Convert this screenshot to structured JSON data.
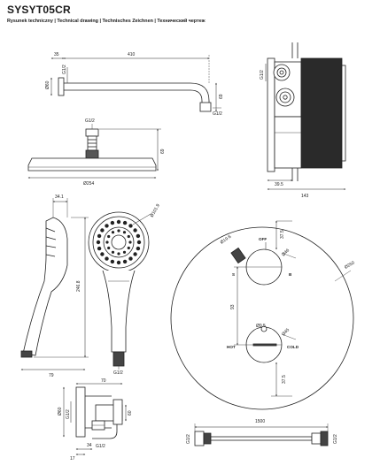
{
  "header": {
    "title": "SYSYT05CR",
    "subtitle": "Rysunek techniczny | Technical drawing | Technisches Zeichnen | Технический чертеж"
  },
  "shower_arm": {
    "d1": "35",
    "d2": "410",
    "d3": "Ø60",
    "d4": "G1/2",
    "d5": "G1/2",
    "d6": "69"
  },
  "overhead_shower": {
    "thread": "G1/2",
    "height": "69",
    "diameter": "Ø254"
  },
  "valve_body": {
    "thread": "G1/2",
    "d_depth": "39.5",
    "d_width": "143"
  },
  "hand_shower": {
    "w1": "34.1",
    "w2": "79",
    "length": "246.8",
    "diameter": "Ø101.9",
    "thread": "G1/2"
  },
  "mixer": {
    "off": "OFF",
    "s": "S",
    "b": "B",
    "hot": "HOT",
    "cold": "COLD",
    "d_ring": "Ø250",
    "d_small1": "Ø19.6",
    "d_knob1": "Ø46",
    "d_small2": "Ø9.5",
    "d_knob2": "Ø45",
    "v1": "37.5",
    "v2": "93",
    "v3": "37.5"
  },
  "bracket": {
    "w1": "70",
    "w2": "60",
    "h1": "Ø60",
    "t": "G1/2",
    "t2": "G1/2",
    "b1": "34",
    "b2": "17"
  },
  "hose": {
    "length": "1500",
    "t1": "G1/2",
    "t2": "G1/2"
  }
}
